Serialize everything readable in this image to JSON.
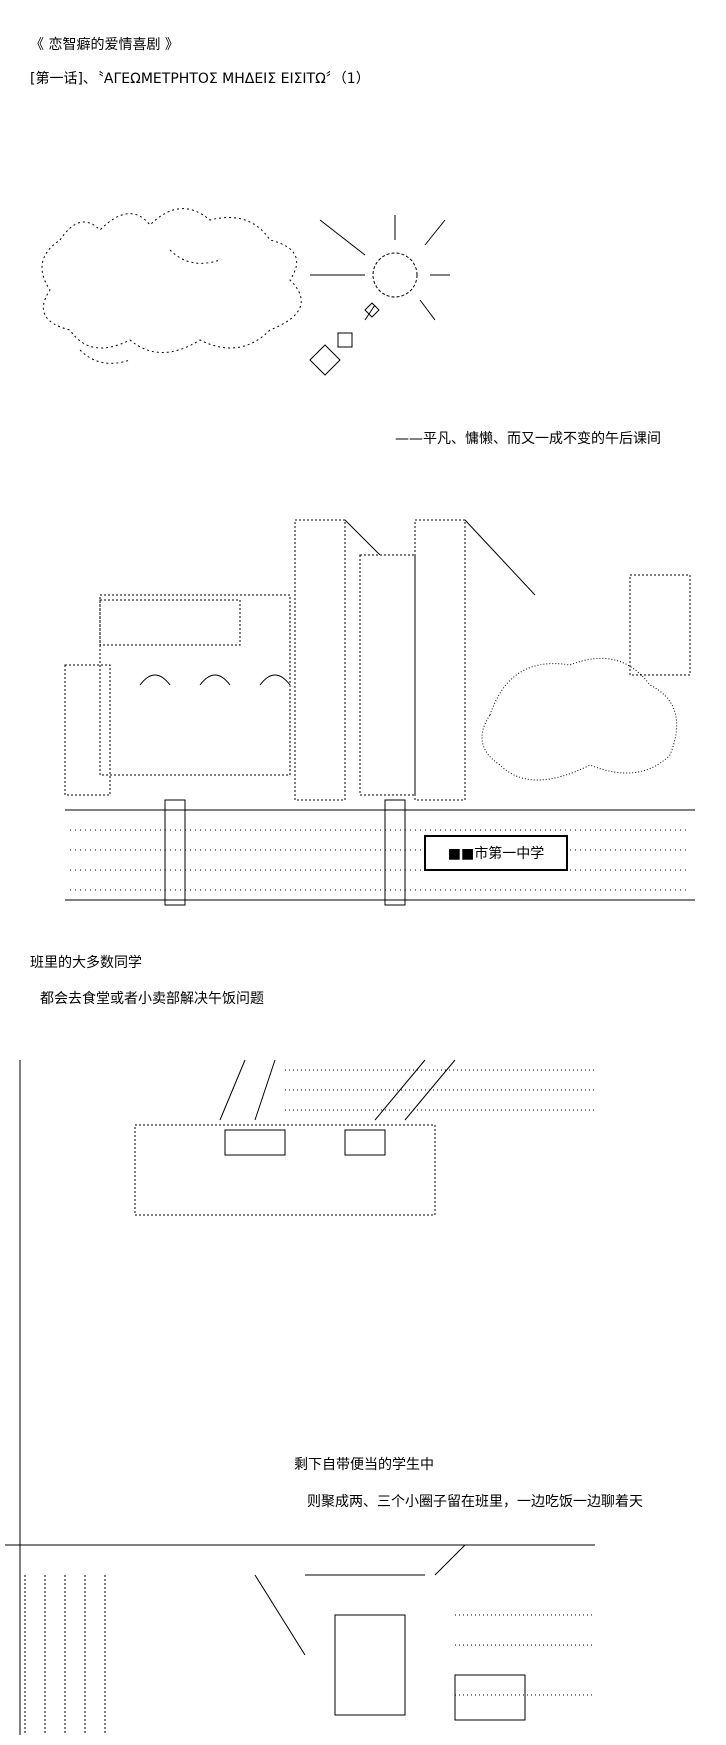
{
  "header": {
    "series_title": "《 恋智癖的爱情喜剧 》",
    "chapter_title": "[第一话]、〝ΑΓΕΩΜΕΤΡΗΤΟΣ ΜΗΔΕΙΣ ΕΙΣΙΤΩ〞（1）"
  },
  "scene1": {
    "caption": "——平凡、慵懒、而又一成不变的午后课间"
  },
  "scene2": {
    "sign_text": "■■市第一中学",
    "caption_line1": "班里的大多数同学",
    "caption_line2": "都会去食堂或者小卖部解决午饭问题"
  },
  "scene3": {
    "caption_line1": "剩下自带便当的学生中",
    "caption_line2": "则聚成两、三个小圈子留在班里，一边吃饭一边聊着天"
  }
}
